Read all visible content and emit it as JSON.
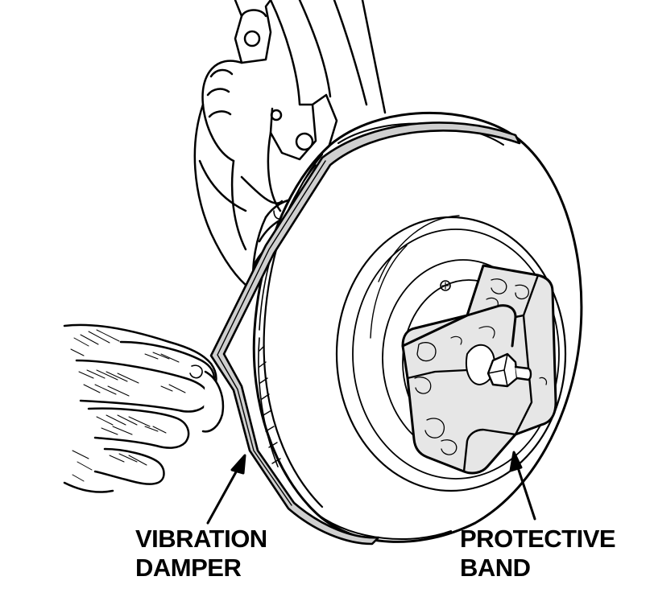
{
  "labels": {
    "vibration_damper": {
      "line1": "VIBRATION",
      "line2": "DAMPER"
    },
    "protective_band": {
      "line1": "PROTECTIVE",
      "line2": "BAND"
    }
  },
  "colors": {
    "ink": "#000000",
    "paper": "#ffffff",
    "band_fill": "#e6e6e6",
    "belt_fill": "#cfcfcf"
  }
}
